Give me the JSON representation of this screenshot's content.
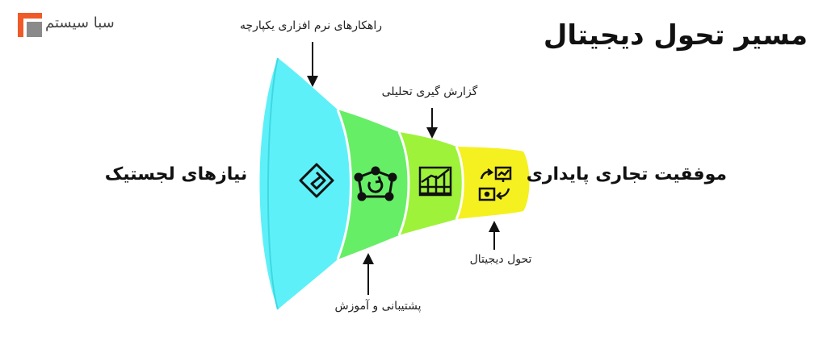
{
  "brand": {
    "name": "سبا سیستم",
    "logo_color": "#f05a28",
    "logo_gray": "#8a8a8a"
  },
  "diagram": {
    "title": "مسیر تحول دیجیتال",
    "input_label": "نیازهای لجستیک",
    "output_label": "موفقیت تجاری پایداری",
    "stages": [
      {
        "annotation": "راهکارهای نرم افزاری یکپارچه",
        "icon": "jira-diamond-icon",
        "color": "#5ef0f8",
        "annotation_position": "top"
      },
      {
        "annotation": "پشتیبانی و آموزش",
        "icon": "support-network-icon",
        "color": "#66ee66",
        "annotation_position": "bottom"
      },
      {
        "annotation": "گزارش گیری  تحلیلی",
        "icon": "analytics-chart-icon",
        "color": "#9ef23a",
        "annotation_position": "top"
      },
      {
        "annotation": "تحول دیجیتال",
        "icon": "digital-transform-icon",
        "color": "#f5f020",
        "annotation_position": "bottom"
      }
    ]
  }
}
